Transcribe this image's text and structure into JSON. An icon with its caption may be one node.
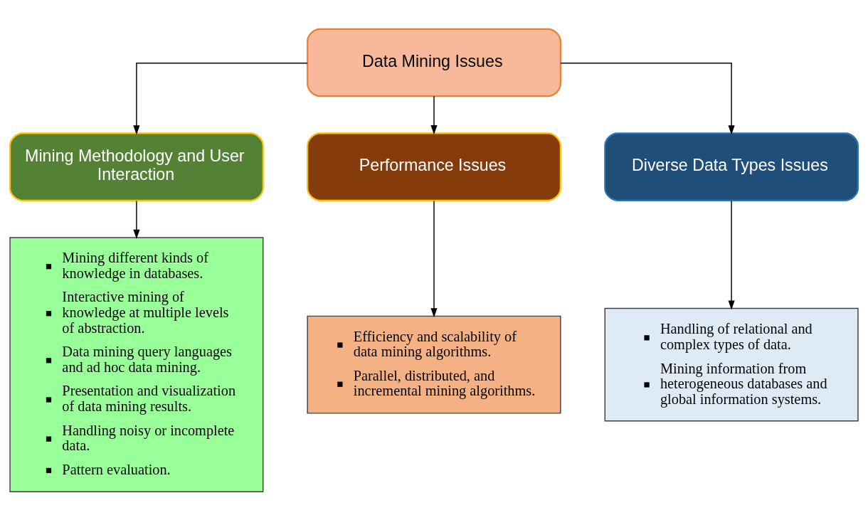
{
  "diagram": {
    "nodes": [
      {
        "text": [
          "Data Mining Issues"
        ]
      },
      {
        "text": [
          "Mining Methodology and User Interaction"
        ]
      },
      {
        "text": [
          "Performance Issues"
        ]
      },
      {
        "text": [
          "Diverse Data Types Issues"
        ]
      },
      {
        "text": [
          "Mining different kinds of knowledge in databases.",
          "Interactive mining of knowledge at multiple levels of abstraction.",
          "Data mining query languages and ad hoc data mining.",
          "Presentation and visualization of data mining results.",
          "Handling noisy or incomplete data.",
          "Pattern evaluation."
        ]
      },
      {
        "text": [
          "Efficiency and scalability of data mining algorithms.",
          "Parallel, distributed, and incremental mining algorithms."
        ]
      },
      {
        "text": [
          "Handling of relational and complex types of data.",
          "Mining information from heterogeneous databases and global information systems."
        ]
      }
    ],
    "edges": [
      {
        "from": 0,
        "to": 1,
        "arrow": "to"
      },
      {
        "from": 0,
        "to": 2,
        "arrow": "to"
      },
      {
        "from": 0,
        "to": 3,
        "arrow": "to"
      },
      {
        "from": 1,
        "to": 4,
        "arrow": "to"
      },
      {
        "from": 2,
        "to": 5,
        "arrow": "to"
      },
      {
        "from": 3,
        "to": 6,
        "arrow": "to"
      }
    ]
  }
}
